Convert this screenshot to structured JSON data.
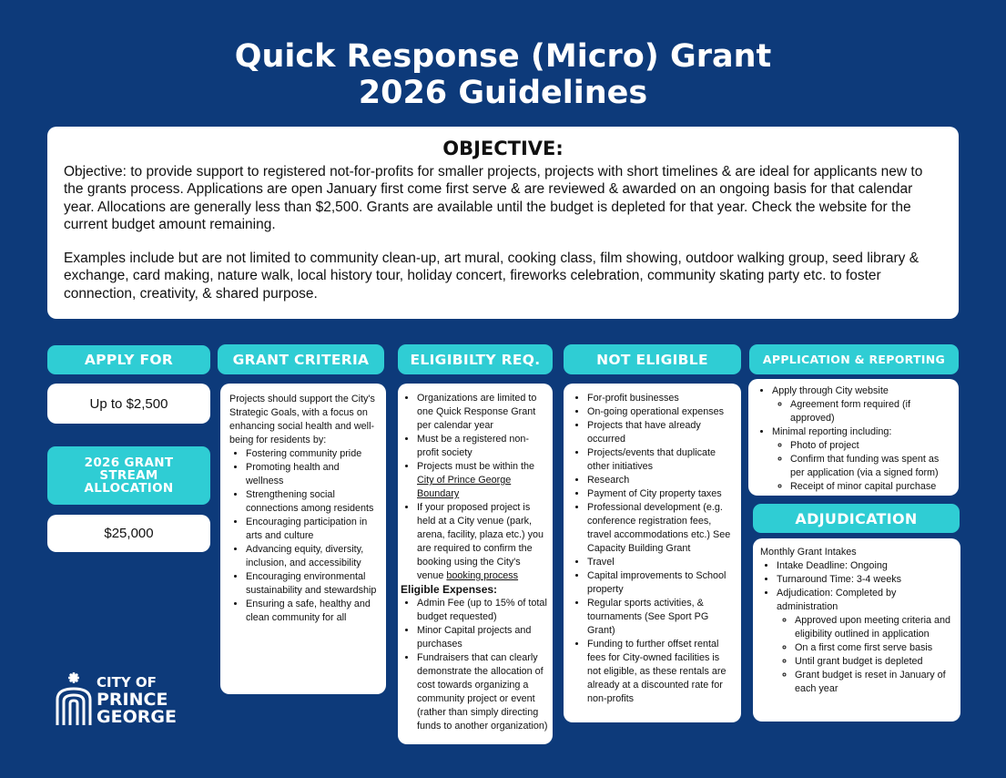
{
  "title_line1": "Quick Response (Micro) Grant",
  "title_line2": "2026 Guidelines",
  "objective": {
    "heading": "OBJECTIVE:",
    "para1": "Objective: to provide support to registered not-for-profits for smaller projects, projects with short timelines & are ideal for applicants new to the grants process. Applications are open January first come first serve & are reviewed & awarded on an ongoing basis for that calendar year. Allocations are generally less than $2,500. Grants are available until the budget is depleted for that year. Check the website for the current budget amount remaining.",
    "para2": "Examples include but are not limited to community clean-up, art mural, cooking class, film showing, outdoor walking group, seed library & exchange, card making, nature walk, local history tour, holiday concert, fireworks celebration, community skating party etc. to foster connection, creativity, & shared purpose."
  },
  "apply_for": {
    "heading": "APPLY FOR",
    "value": "Up to $2,500"
  },
  "allocation": {
    "heading": "2026 GRANT STREAM ALLOCATION",
    "value": "$25,000"
  },
  "criteria": {
    "heading": "GRANT CRITERIA",
    "intro": "Projects should support the City's Strategic Goals, with a focus on enhancing social health and well-being for residents by:",
    "items": [
      "Fostering community pride",
      "Promoting health and wellness",
      "Strengthening social connections among residents",
      "Encouraging participation in arts and culture",
      "Advancing equity, diversity, inclusion, and accessibility",
      "Encouraging environmental sustainability and stewardship",
      "Ensuring  a safe, healthy and clean community for all"
    ]
  },
  "eligibility": {
    "heading": "ELIGIBILTY REQ.",
    "item1": "Organizations are limited to one Quick Response Grant per calendar year",
    "item2": "Must be a registered non-profit society",
    "item3_pre": "Projects must be within the ",
    "item3_link": "City of Prince George Boundary",
    "item4_pre": "If your proposed project is held at a City venue (park, arena, facility, plaza etc.) you are required to confirm the booking using the City's venue ",
    "item4_link": "booking process",
    "expenses_heading": "Eligible Expenses:",
    "expenses": [
      "Admin Fee (up to 15% of total budget requested)",
      "Minor Capital projects and purchases",
      "Fundraisers that can clearly demonstrate the allocation of cost towards organizing a community project or event (rather than simply directing funds to another organization)"
    ]
  },
  "not_eligible": {
    "heading": "NOT ELIGIBLE",
    "items": [
      "For-profit businesses",
      "On-going operational expenses",
      " Projects that have already occurred",
      "Projects/events that duplicate other initiatives",
      "Research",
      "Payment of City property taxes",
      "Professional development (e.g. conference registration fees, travel accommodations etc.) See Capacity Building Grant",
      "Travel",
      "Capital improvements to School property",
      "Regular sports activities, & tournaments (See Sport PG Grant)",
      "Funding to further offset rental fees for City-owned facilities is not eligible, as these rentals are already at a discounted rate for non-profits"
    ]
  },
  "reporting": {
    "heading": "APPLICATION & REPORTING",
    "item1": "Apply through City website",
    "item1_sub": [
      "Agreement form required (if approved)"
    ],
    "item2": "Minimal reporting including:",
    "item2_sub": [
      "Photo of project",
      "Confirm that funding was spent as per application (via a signed form)",
      "Receipt of minor capital purchase"
    ]
  },
  "adjudication": {
    "heading": "ADJUDICATION",
    "intro": "Monthly Grant Intakes",
    "item1": "Intake Deadline: Ongoing",
    "item2": "Turnaround Time: 3-4 weeks",
    "item3": "Adjudication: Completed by administration",
    "item3_sub": [
      "Approved upon meeting criteria and eligibility outlined in application",
      "On a first come first serve basis",
      "Until grant budget is depleted",
      "Grant budget is reset in January of each year"
    ]
  },
  "logo": {
    "line1": "CITY OF",
    "line2": "PRINCE",
    "line3": "GEORGE"
  },
  "colors": {
    "background": "#0d3a7a",
    "accent": "#2fcdd4",
    "card": "#ffffff"
  }
}
